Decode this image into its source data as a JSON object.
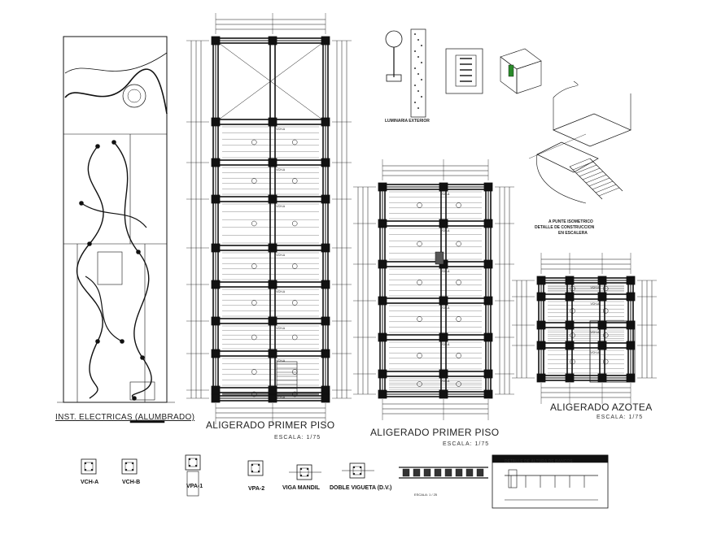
{
  "titles": {
    "electrical": "INST. ELECTRICAS (ALUMBRADO)",
    "floor1": "ALIGERADO PRIMER PISO",
    "floor2": "ALIGERADO PRIMER PISO",
    "roof": "ALIGERADO AZOTEA",
    "stair_iso": "A PUNTE ISOMETRICO",
    "stair_iso_sub": "DETALLE DE CONSTRUCCION",
    "stair_iso_sub2": "EN ESCALERA",
    "lamp": "LUMINARIA EXTERIOR"
  },
  "scales": {
    "floor1": "ESCALA: 1/75",
    "floor2": "ESCALA: 1/75",
    "roof": "ESCALA: 1/75",
    "beam": "ESCALA: 1 / 25"
  },
  "beam_sections": [
    {
      "label": "VCH-A"
    },
    {
      "label": "VCH-B"
    },
    {
      "label": "VPA-1"
    },
    {
      "label": "VPA-2"
    },
    {
      "label": "VIGA MANDIL"
    },
    {
      "label": "DOBLE VIGUETA (D.V.)"
    }
  ],
  "beam_tag": "VCH-A",
  "detail_box_title": "DETALLE DE ALTURA DE BANCOS"
}
